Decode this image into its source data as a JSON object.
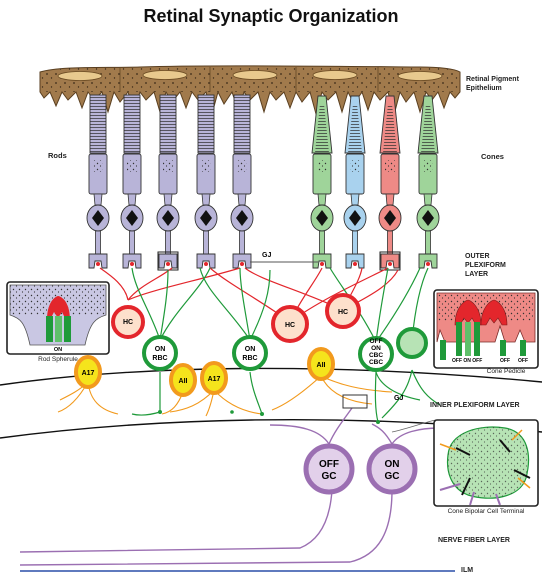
{
  "title": "Retinal Synaptic Organization",
  "labels": {
    "rpe": "Retinal Pigment Epithelium",
    "rods": "Rods",
    "cones": "Cones",
    "gj_top": "GJ",
    "gj_inner": "GJ",
    "opl": "OUTER PLEXIFORM LAYER",
    "ipl": "INNER PLEXIFORM LAYER",
    "nfl": "NERVE FIBER LAYER",
    "ilm": "ILM"
  },
  "insets": {
    "rod_spherule": "Rod Spherule",
    "rod_on": "ON",
    "cone_pedicle": "Cone Pedicle",
    "cone_off_on_off": "OFF ON OFF",
    "cone_off_a": "OFF",
    "cone_off_b": "OFF",
    "terminal": "Cone Bipolar Cell Terminal"
  },
  "cells": {
    "hc1": "HC",
    "hc2": "HC",
    "hc3": "HC",
    "on_rbc1_a": "ON",
    "on_rbc1_b": "RBC",
    "on_rbc2_a": "ON",
    "on_rbc2_b": "RBC",
    "cbc_a": "OFF",
    "cbc_b": "ON",
    "cbc_c": "CBC",
    "cbc_d": "CBC",
    "a17_1": "A17",
    "a17_2": "A17",
    "aii_1": "AII",
    "aii_2": "AII",
    "off_gc_a": "OFF",
    "off_gc_b": "GC",
    "on_gc_a": "ON",
    "on_gc_b": "GC"
  },
  "colors": {
    "rod": "#b8b4d8",
    "cone_green": "#9fd49a",
    "cone_blue": "#a9d2ee",
    "cone_red": "#ee8a86",
    "horizontal": "#e3262c",
    "bipolar": "#1f9a3a",
    "amacrine": "#f29a1d",
    "ganglion": "#9b6fb2",
    "rpe": "#a17a4c"
  }
}
